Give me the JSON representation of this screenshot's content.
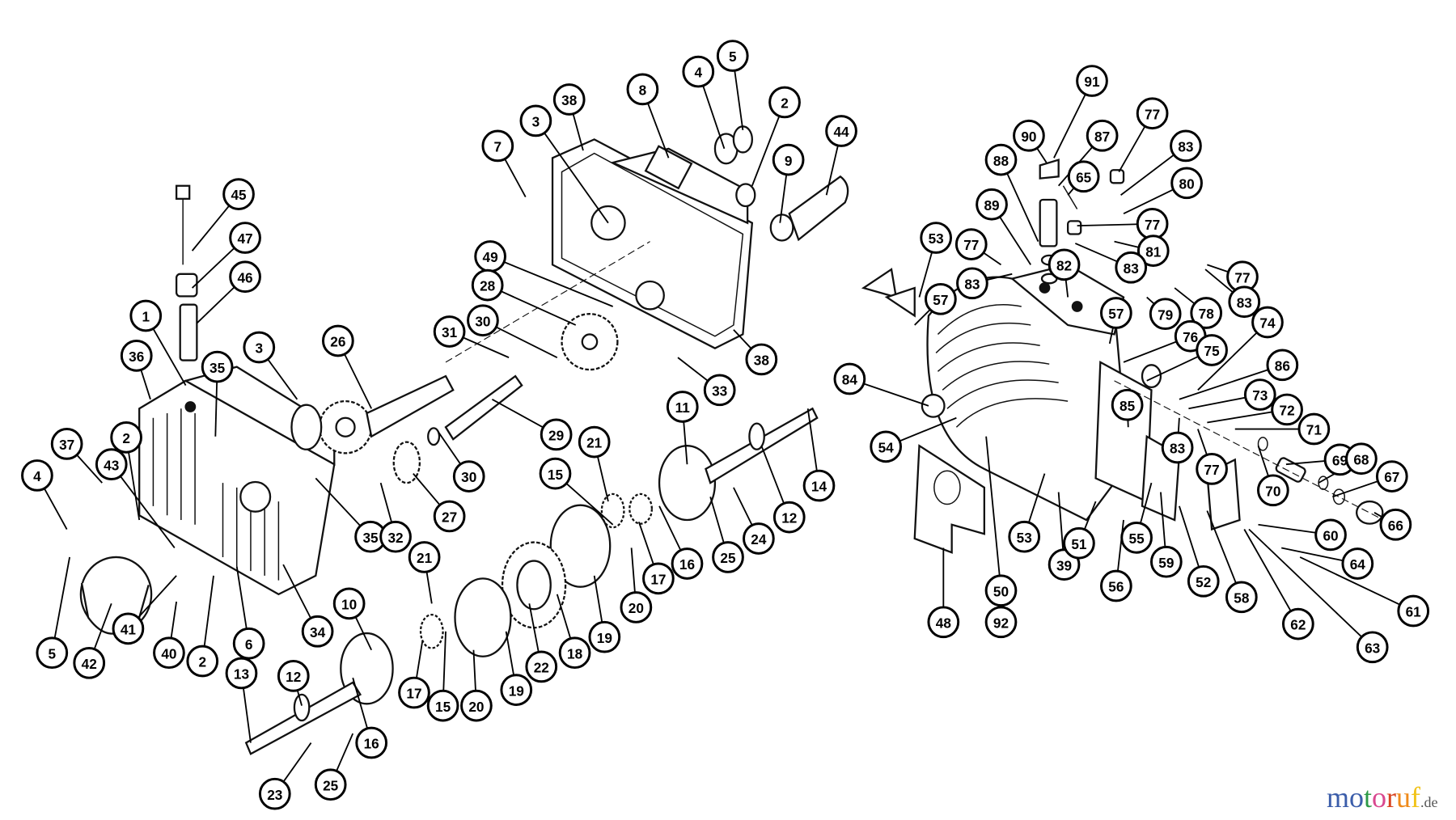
{
  "callouts": [
    "7",
    "3",
    "38",
    "8",
    "4",
    "5",
    "2",
    "9",
    "44",
    "45",
    "47",
    "46",
    "1",
    "36",
    "35",
    "3",
    "26",
    "49",
    "28",
    "31",
    "30",
    "33",
    "38",
    "29",
    "30",
    "37",
    "2",
    "43",
    "4",
    "35",
    "32",
    "27",
    "11",
    "14",
    "12",
    "24",
    "25",
    "16",
    "17",
    "15",
    "21",
    "20",
    "19",
    "18",
    "22",
    "5",
    "42",
    "41",
    "40",
    "2",
    "6",
    "34",
    "10",
    "12",
    "13",
    "21",
    "17",
    "15",
    "20",
    "19",
    "16",
    "23",
    "25",
    "91",
    "90",
    "87",
    "88",
    "65",
    "89",
    "77",
    "83",
    "80",
    "77",
    "81",
    "83",
    "82",
    "53",
    "77",
    "83",
    "57",
    "77",
    "83",
    "78",
    "79",
    "57",
    "74",
    "76",
    "75",
    "86",
    "84",
    "73",
    "72",
    "85",
    "71",
    "54",
    "83",
    "77",
    "69",
    "70",
    "68",
    "67",
    "66",
    "53",
    "39",
    "51",
    "55",
    "56",
    "59",
    "52",
    "58",
    "60",
    "64",
    "61",
    "62",
    "63",
    "50",
    "92",
    "48"
  ],
  "logo": {
    "letters": [
      "m",
      "o",
      "t",
      "o",
      "r",
      "u",
      "f"
    ],
    "suffix": ".de",
    "colors": [
      "#3b5daa",
      "#3b5daa",
      "#2e9a48",
      "#d9488f",
      "#d8431f",
      "#ef8a1a",
      "#f1c31a"
    ]
  }
}
